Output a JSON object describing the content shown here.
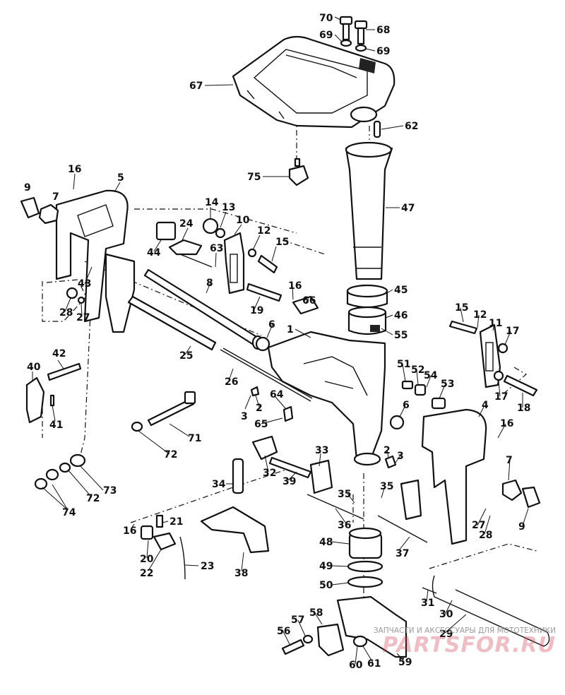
{
  "labels": {
    "l1": "1",
    "l2a": "2",
    "l2b": "2",
    "l3a": "3",
    "l3b": "3",
    "l4": "4",
    "l5": "5",
    "l6a": "6",
    "l6b": "6",
    "l7a": "7",
    "l7b": "7",
    "l8": "8",
    "l9a": "9",
    "l9b": "9",
    "l10": "10",
    "l11": "11",
    "l12a": "12",
    "l12b": "12",
    "l13": "13",
    "l14": "14",
    "l15a": "15",
    "l15b": "15",
    "l16a": "16",
    "l16b": "16",
    "l16c": "16",
    "l16d": "16",
    "l17a": "17",
    "l17b": "17",
    "l18": "18",
    "l19": "19",
    "l20": "20",
    "l21": "21",
    "l22": "22",
    "l23": "23",
    "l24": "24",
    "l25": "25",
    "l26": "26",
    "l27a": "27",
    "l27b": "27",
    "l28a": "28",
    "l28b": "28",
    "l29": "29",
    "l30": "30",
    "l31": "31",
    "l32": "32",
    "l33": "33",
    "l34": "34",
    "l35a": "35",
    "l35b": "35",
    "l36": "36",
    "l37": "37",
    "l38": "38",
    "l39": "39",
    "l40": "40",
    "l41": "41",
    "l42": "42",
    "l43": "43",
    "l44": "44",
    "l45": "45",
    "l46": "46",
    "l47": "47",
    "l48": "48",
    "l49": "49",
    "l50": "50",
    "l51": "51",
    "l52": "52",
    "l53": "53",
    "l54": "54",
    "l55": "55",
    "l56": "56",
    "l57": "57",
    "l58": "58",
    "l59": "59",
    "l60": "60",
    "l61": "61",
    "l62": "62",
    "l63": "63",
    "l64": "64",
    "l65": "65",
    "l66": "66",
    "l67": "67",
    "l68": "68",
    "l69a": "69",
    "l69b": "69",
    "l70": "70",
    "l71": "71",
    "l72a": "72",
    "l72b": "72",
    "l73": "73",
    "l74": "74",
    "l75": "75"
  },
  "watermark": {
    "caption": "ЗАПЧАСТИ И АКСЕССУАРЫ ДЛЯ МОТОТЕХНИКИ",
    "logo": "PARTSFOR.RU"
  },
  "colors": {
    "ink": "#111111",
    "background": "#ffffff",
    "watermark_caption": "#9a9a9a",
    "watermark_logo": "#d2465a"
  }
}
